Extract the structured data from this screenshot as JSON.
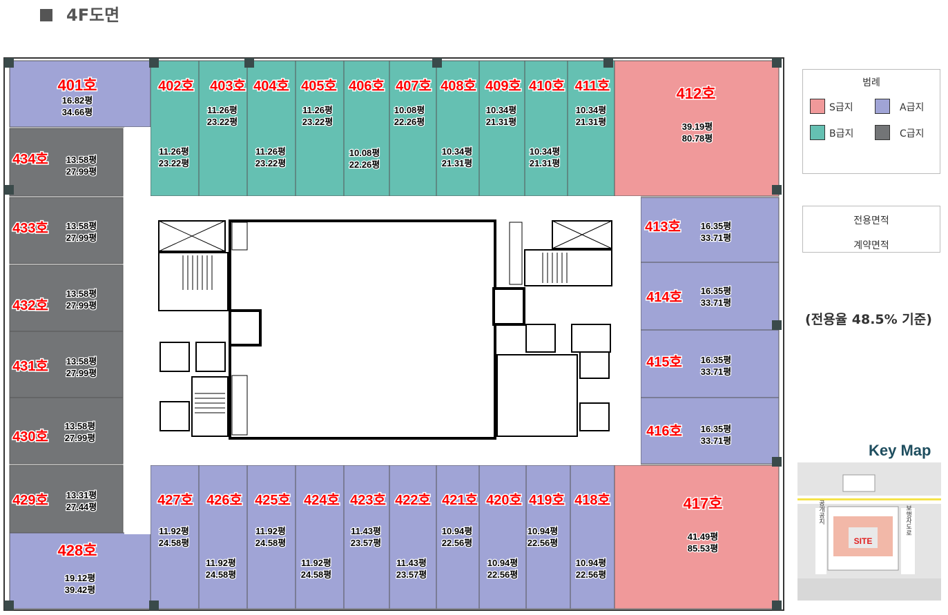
{
  "title": "4F도면",
  "colors": {
    "S": "#f0999a",
    "A": "#a0a4d6",
    "B": "#65c0b2",
    "C": "#737577"
  },
  "legend": {
    "title": "범례",
    "items": [
      {
        "grade": "S",
        "label": "S급지"
      },
      {
        "grade": "A",
        "label": "A급지"
      },
      {
        "grade": "B",
        "label": "B급지"
      },
      {
        "grade": "C",
        "label": "C급지"
      }
    ]
  },
  "area_legend": {
    "exclusive": "전용면적",
    "contract": "계약면적"
  },
  "ratio_note": "(전용율 48.5% 기준)",
  "keymap": {
    "title": "Key Map",
    "site": "SITE",
    "left_road": "공개공지",
    "right_road": "보행자도로"
  },
  "units": [
    {
      "no": "401호",
      "grade": "A",
      "ex": "16.82평",
      "ct": "34.66평"
    },
    {
      "no": "402호",
      "grade": "B",
      "ex": "11.26평",
      "ct": "23.22평"
    },
    {
      "no": "403호",
      "grade": "B",
      "ex": "11.26평",
      "ct": "23.22평"
    },
    {
      "no": "404호",
      "grade": "B",
      "ex": "11.26평",
      "ct": "23.22평"
    },
    {
      "no": "405호",
      "grade": "B",
      "ex": "11.26평",
      "ct": "23.22평"
    },
    {
      "no": "406호",
      "grade": "B",
      "ex": "10.08평",
      "ct": "22.26평"
    },
    {
      "no": "407호",
      "grade": "B",
      "ex": "10.08평",
      "ct": "22.26평"
    },
    {
      "no": "408호",
      "grade": "B",
      "ex": "10.34평",
      "ct": "21.31평"
    },
    {
      "no": "409호",
      "grade": "B",
      "ex": "10.34평",
      "ct": "21.31평"
    },
    {
      "no": "410호",
      "grade": "B",
      "ex": "10.34평",
      "ct": "21.31평"
    },
    {
      "no": "411호",
      "grade": "B",
      "ex": "10.34평",
      "ct": "21.31평"
    },
    {
      "no": "412호",
      "grade": "S",
      "ex": "39.19평",
      "ct": "80.78평"
    },
    {
      "no": "413호",
      "grade": "A",
      "ex": "16.35평",
      "ct": "33.71평"
    },
    {
      "no": "414호",
      "grade": "A",
      "ex": "16.35평",
      "ct": "33.71평"
    },
    {
      "no": "415호",
      "grade": "A",
      "ex": "16.35평",
      "ct": "33.71평"
    },
    {
      "no": "416호",
      "grade": "A",
      "ex": "16.35평",
      "ct": "33.71평"
    },
    {
      "no": "417호",
      "grade": "S",
      "ex": "41.49평",
      "ct": "85.53평"
    },
    {
      "no": "418호",
      "grade": "A",
      "ex": "10.94평",
      "ct": "22.56평"
    },
    {
      "no": "419호",
      "grade": "A",
      "ex": "10.94평",
      "ct": "22.56평"
    },
    {
      "no": "420호",
      "grade": "A",
      "ex": "10.94평",
      "ct": "22.56평"
    },
    {
      "no": "421호",
      "grade": "A",
      "ex": "10.94평",
      "ct": "22.56평"
    },
    {
      "no": "422호",
      "grade": "A",
      "ex": "11.43평",
      "ct": "23.57평"
    },
    {
      "no": "423호",
      "grade": "A",
      "ex": "11.43평",
      "ct": "23.57평"
    },
    {
      "no": "424호",
      "grade": "A",
      "ex": "11.92평",
      "ct": "24.58평"
    },
    {
      "no": "425호",
      "grade": "A",
      "ex": "11.92평",
      "ct": "24.58평"
    },
    {
      "no": "426호",
      "grade": "A",
      "ex": "11.92평",
      "ct": "24.58평"
    },
    {
      "no": "427호",
      "grade": "A",
      "ex": "11.92평",
      "ct": "24.58평"
    },
    {
      "no": "428호",
      "grade": "A",
      "ex": "19.12평",
      "ct": "39.42평"
    },
    {
      "no": "429호",
      "grade": "C",
      "ex": "13.31평",
      "ct": "27.44평"
    },
    {
      "no": "430호",
      "grade": "C",
      "ex": "13.58평",
      "ct": "27.99평"
    },
    {
      "no": "431호",
      "grade": "C",
      "ex": "13.58평",
      "ct": "27.99평"
    },
    {
      "no": "432호",
      "grade": "C",
      "ex": "13.58평",
      "ct": "27.99평"
    },
    {
      "no": "433호",
      "grade": "C",
      "ex": "13.58평",
      "ct": "27.99평"
    },
    {
      "no": "434호",
      "grade": "C",
      "ex": "13.58평",
      "ct": "27.99평"
    }
  ]
}
